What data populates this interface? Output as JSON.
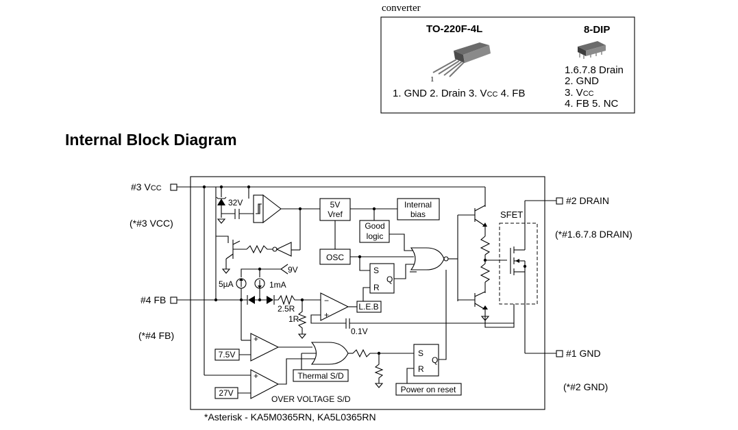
{
  "package_table": {
    "caption_partial": "converter",
    "to220": {
      "title": "TO-220F-4L",
      "pin1_marker": "1",
      "pins": "1. GND 2. Drain 3. V",
      "pins_vcc_sub": "CC",
      "pins_tail": " 4. FB"
    },
    "dip": {
      "title": "8-DIP",
      "line1": "1.6.7.8 Drain",
      "line2": "2. GND",
      "line3_pre": "3. V",
      "line3_sub": "CC",
      "line4": "4. FB 5. NC"
    }
  },
  "section_title": "Internal Block Diagram",
  "diagram": {
    "pins": {
      "vcc_pre": "#3 V",
      "vcc_sub": "CC",
      "vcc_alt": "(*#3 VCC)",
      "fb": "#4 FB",
      "fb_alt": "(*#4 FB)",
      "drain": "#2 DRAIN",
      "drain_alt": "(*#1.6.7.8 DRAIN)",
      "gnd": "#1 GND",
      "gnd_alt": "(*#2 GND)"
    },
    "labels": {
      "zener": "32V",
      "vref_line1": "5V",
      "vref_line2": "Vref",
      "internal_bias_line1": "Internal",
      "internal_bias_line2": "bias",
      "good_logic_line1": "Good",
      "good_logic_line2": "logic",
      "osc": "OSC",
      "sfet": "SFET",
      "v9": "9V",
      "i5ua": "5µA",
      "i1ma": "1mA",
      "r25": "2.5R",
      "r1": "1R",
      "leb": "L.E.B",
      "v01": "0.1V",
      "v75": "7.5V",
      "v27": "27V",
      "thermal": "Thermal S/D",
      "overvoltage": "OVER VOLTAGE S/D",
      "power_on_reset": "Power on reset",
      "sr1_s": "S",
      "sr1_r": "R",
      "sr1_q": "Q",
      "sr2_s": "S",
      "sr2_r": "R",
      "sr2_q": "Q",
      "plus": "+",
      "minus": "−"
    },
    "footnote": "*Asterisk - KA5M0365RN, KA5L0365RN"
  }
}
